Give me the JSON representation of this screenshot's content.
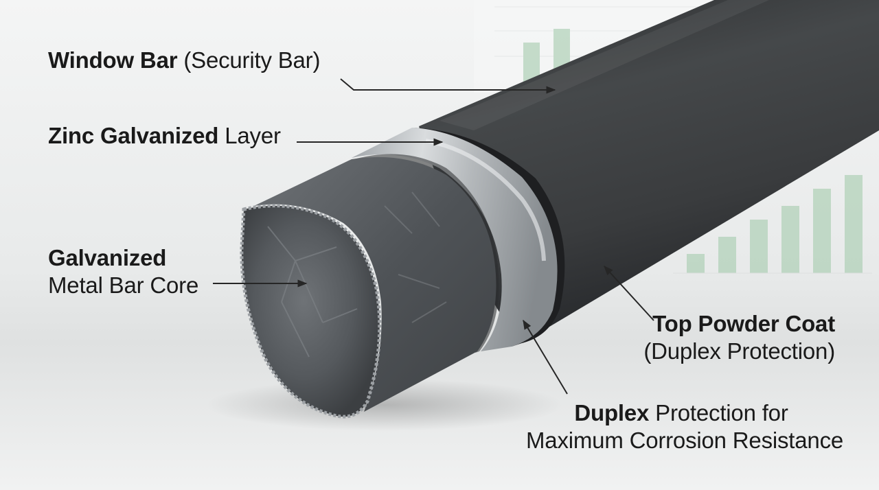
{
  "labels": {
    "window_bar": {
      "bold": "Window Bar",
      "normal": " (Security Bar)"
    },
    "zinc_layer": {
      "bold": "Zinc Galvanized",
      "normal": " Layer"
    },
    "core": {
      "line1": "Galvanized",
      "line2": "Metal Bar Core"
    },
    "powder_coat": {
      "line1": "Top Powder Coat",
      "line2": "(Duplex Protection)"
    },
    "duplex": {
      "bold": "Duplex",
      "normal": " Protection for",
      "line2": "Maximum Corrosion Resistance"
    }
  },
  "colors": {
    "background": "#eceeee",
    "powder_coat": "#3b3d3f",
    "zinc_layer": "#bcc0c3",
    "core": "#5d6165",
    "leader_line": "#262626",
    "background_bars": "#9fc9a8"
  }
}
